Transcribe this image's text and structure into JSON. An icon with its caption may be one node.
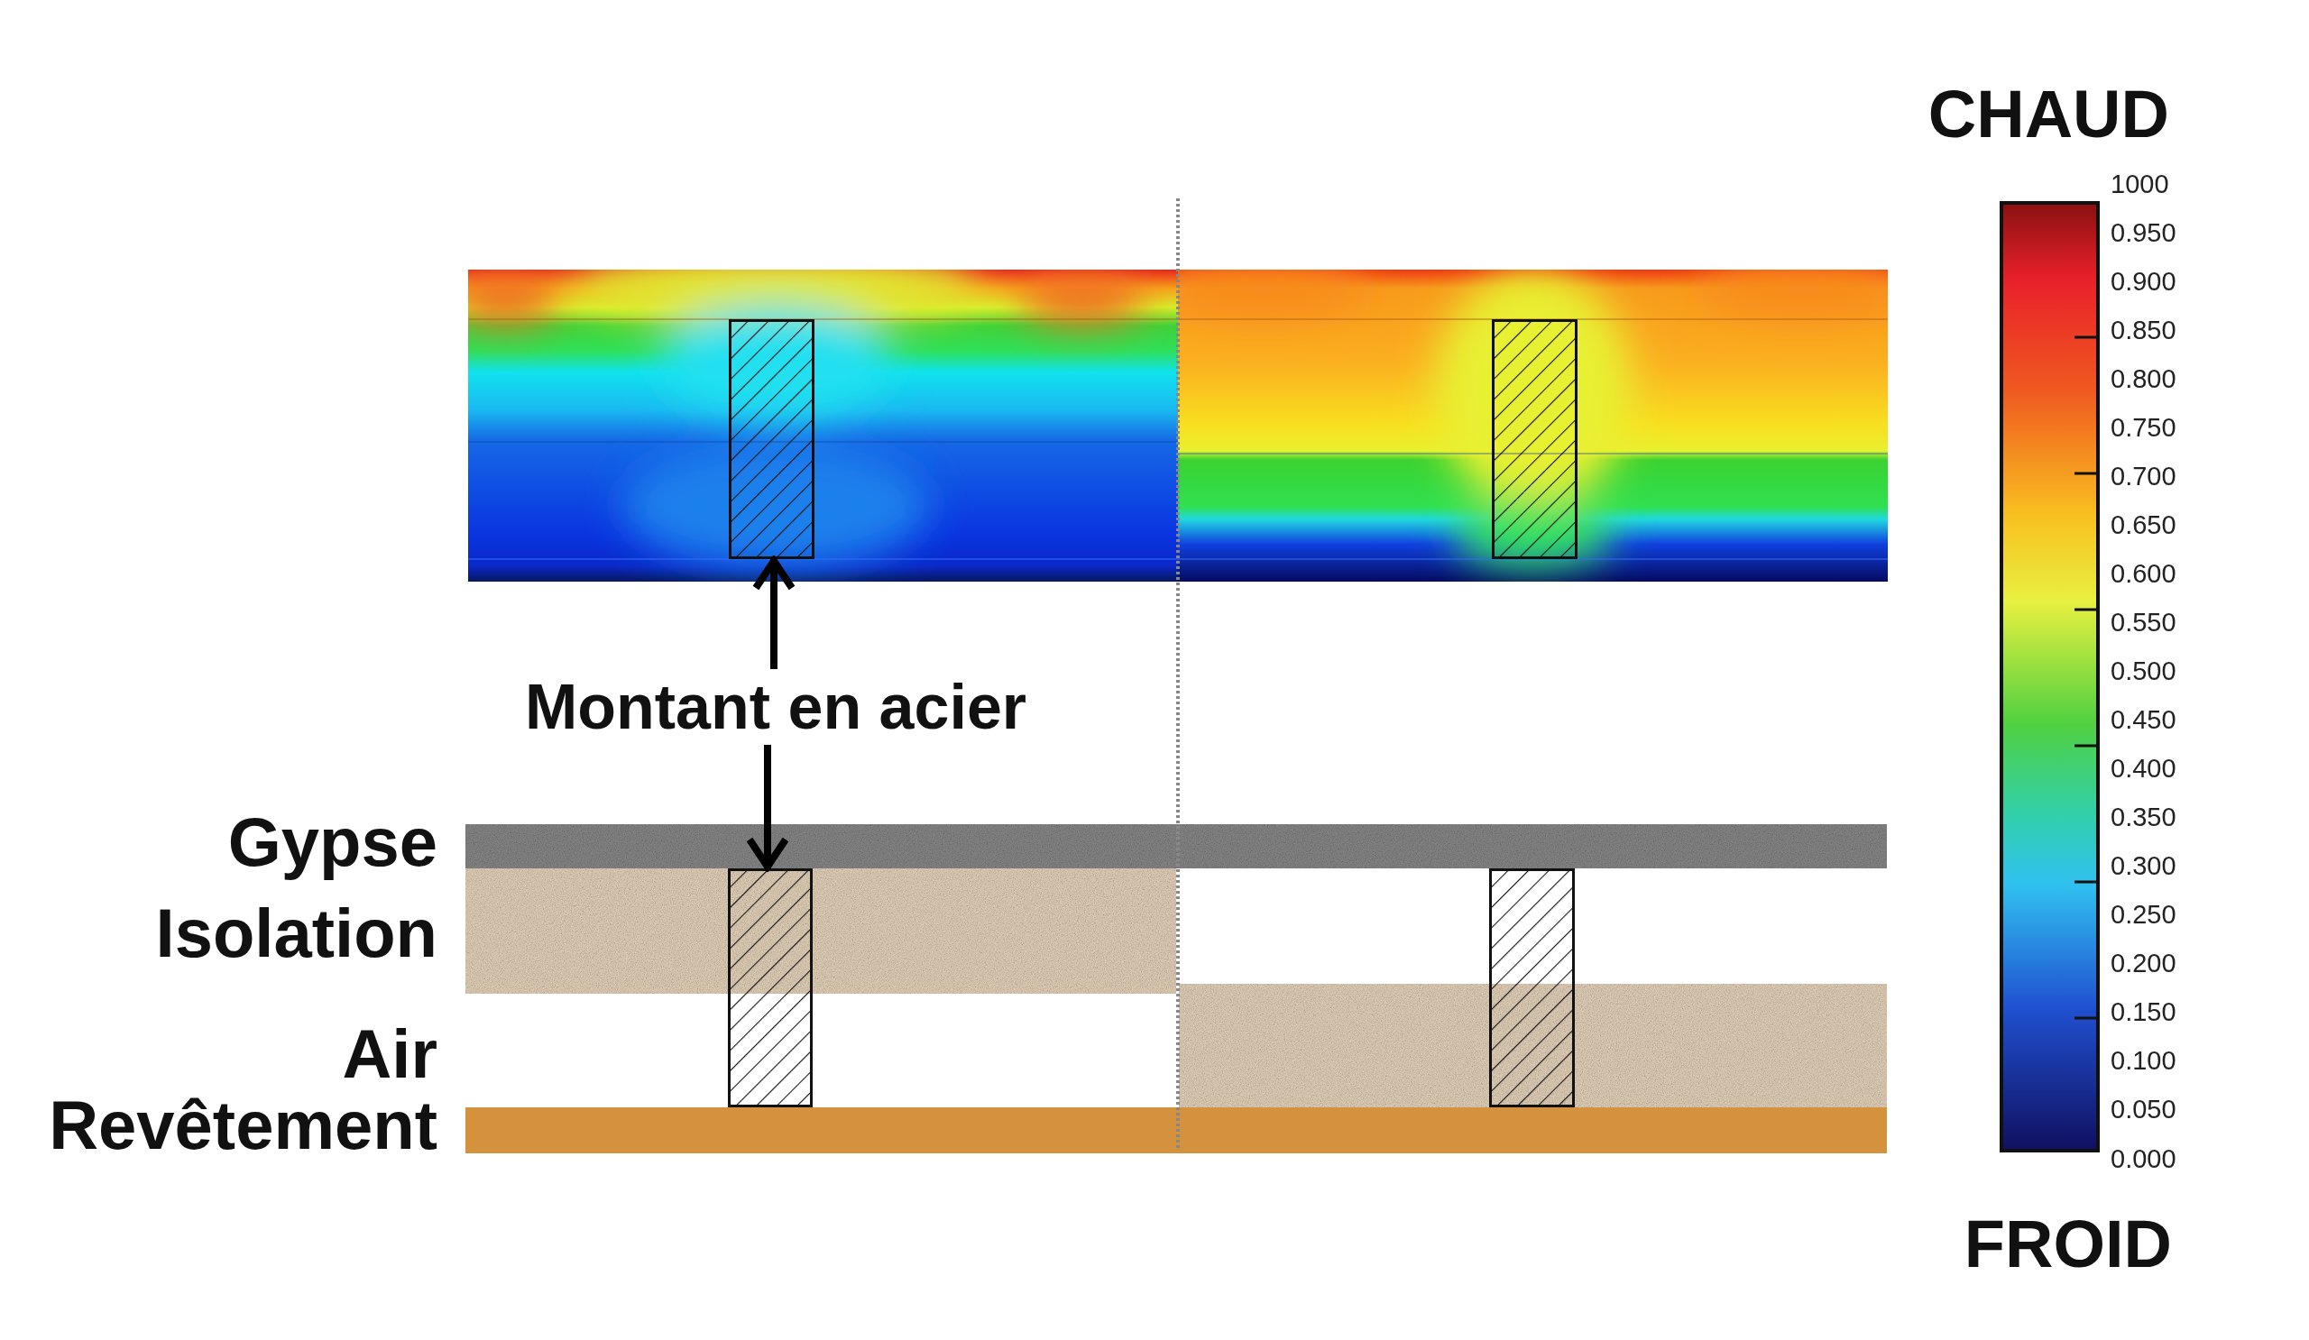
{
  "diagram": {
    "nodes": [
      {
        "text": [
          "Montant en acier"
        ]
      },
      {
        "text": [],
        "shape": "box"
      },
      {
        "text": [],
        "shape": "box"
      },
      {
        "text": [],
        "shape": "box"
      },
      {
        "text": [],
        "shape": "box"
      }
    ],
    "edges": [
      {
        "from": 0,
        "to": 1,
        "arrow": "to"
      },
      {
        "from": 0,
        "to": 3,
        "arrow": "to"
      }
    ],
    "labels": [
      "Gypse",
      "Isolation",
      "Air",
      "Revêtement",
      "CHAUD",
      "1000",
      "0.950",
      "0.900",
      "0.850",
      "0.800",
      "0.750",
      "0.700",
      "0.650",
      "0.600",
      "0.550",
      "0.500",
      "0.450",
      "0.400",
      "0.350",
      "0.300",
      "0.250",
      "0.200",
      "0.150",
      "0.100",
      "0.050",
      "0.000",
      "FROID"
    ]
  }
}
